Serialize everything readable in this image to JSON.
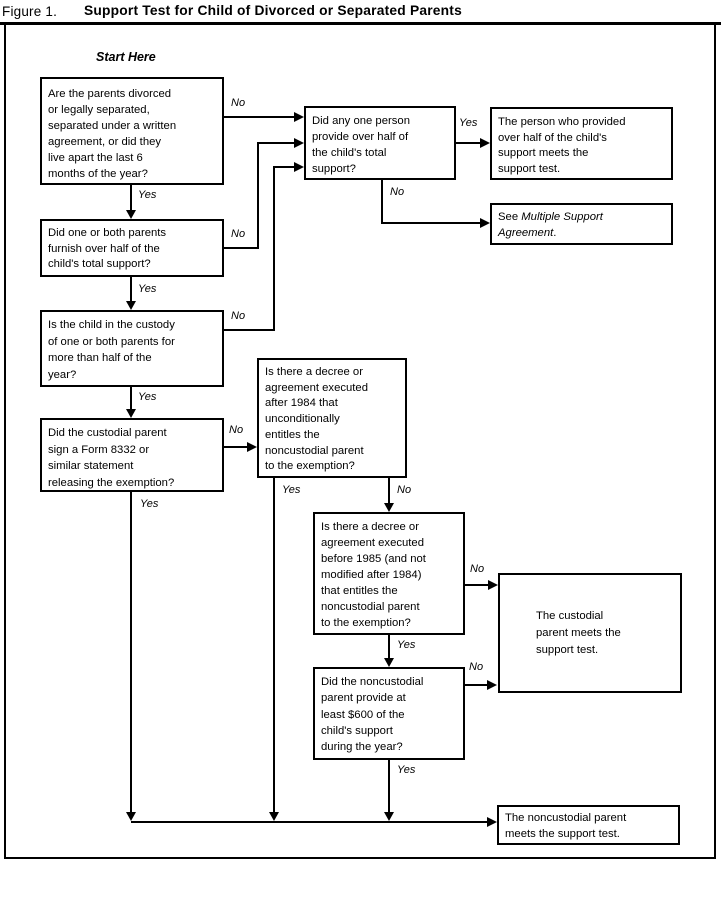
{
  "title": {
    "figure_label": "Figure 1.",
    "heading": "Support Test for Child of Divorced or Separated Parents"
  },
  "start_here": "Start Here",
  "labels": {
    "yes": "Yes",
    "no": "No"
  },
  "boxes": {
    "divorced": "Are the parents divorced\nor legally separated,\nseparated under a written\nagreement, or did they\nlive apart the last 6\nmonths of the year?",
    "furnish": "Did one or both parents\nfurnish over half of the\nchild's total support?",
    "custody": "Is the child in the custody\nof one or both parents for\nmore than half of the\nyear?",
    "form8332": "Did the custodial parent\nsign a Form 8332 or\nsimilar statement\nreleasing the exemption?",
    "any_one_person": "Did any one person\nprovide over half of\nthe child's total\nsupport?",
    "person_provided": "The person who provided\nover half of the child's\nsupport meets the\nsupport test.",
    "multiple_support": {
      "see": "See",
      "italic": "Multiple Support\nAgreement",
      "period": "."
    },
    "after_1984": "Is there a decree or\nagreement executed\nafter 1984 that\nunconditionally\nentitles the\nnoncustodial parent\nto the exemption?",
    "before_1985": "Is there a decree or\nagreement executed\nbefore 1985 (and not\nmodified after 1984)\nthat entitles the\nnoncustodial parent\nto the exemption?",
    "six_hundred": "Did the noncustodial\nparent provide at\nleast $600 of the\nchild's support\nduring the year?",
    "custodial": "The custodial\nparent meets the\nsupport test.",
    "noncustodial": "The noncustodial parent\nmeets the support test."
  },
  "colors": {
    "line": "#000000",
    "text": "#000000",
    "background": "#ffffff"
  }
}
